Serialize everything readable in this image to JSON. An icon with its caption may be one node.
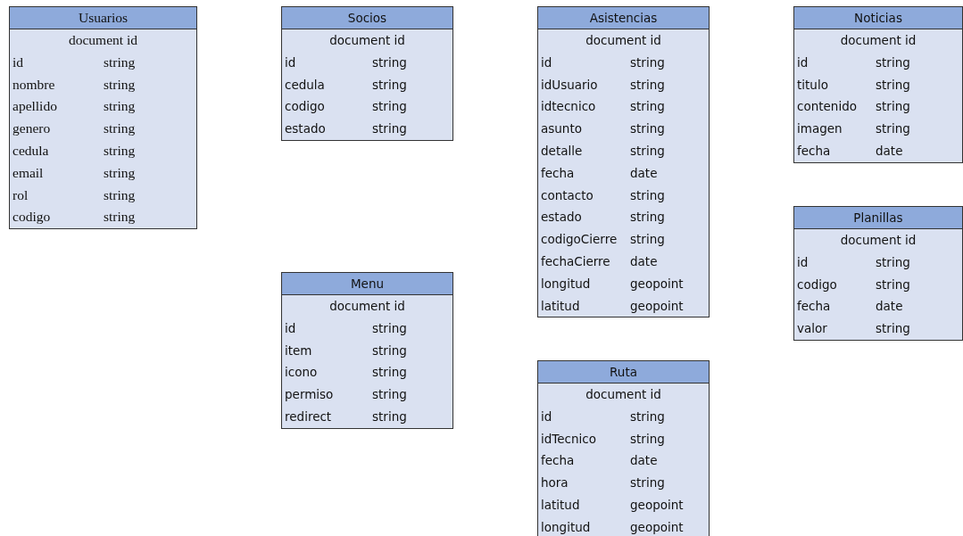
{
  "diagram": {
    "nodes": [
      {
        "text": [
          "Usuarios",
          "document id",
          "id",
          "string",
          "nombre",
          "string",
          "apellido",
          "string",
          "genero",
          "string",
          "cedula",
          "string",
          "email",
          "string",
          "rol",
          "string",
          "codigo",
          "string"
        ]
      },
      {
        "text": [
          "Socios",
          "document id",
          "id",
          "string",
          "cedula",
          "string",
          "codigo",
          "string",
          "estado",
          "string"
        ]
      },
      {
        "text": [
          "Asistencias",
          "document id",
          "id",
          "string",
          "idUsuario",
          "string",
          "idtecnico",
          "string",
          "asunto",
          "string",
          "detalle",
          "string",
          "fecha",
          "date",
          "contacto",
          "string",
          "estado",
          "string",
          "codigoCierre",
          "string",
          "fechaCierre",
          "date",
          "longitud",
          "geopoint",
          "latitud",
          "geopoint"
        ]
      },
      {
        "text": [
          "Noticias",
          "document id",
          "id",
          "string",
          "titulo",
          "string",
          "contenido",
          "string",
          "imagen",
          "string",
          "fecha",
          "date"
        ]
      },
      {
        "text": [
          "Planillas",
          "document id",
          "id",
          "string",
          "codigo",
          "string",
          "fecha",
          "date",
          "valor",
          "string"
        ]
      },
      {
        "text": [
          "Menu",
          "document id",
          "id",
          "string",
          "item",
          "string",
          "icono",
          "string",
          "permiso",
          "string",
          "redirect",
          "string"
        ]
      },
      {
        "text": [
          "Ruta",
          "document id",
          "id",
          "string",
          "idTecnico",
          "string",
          "fecha",
          "date",
          "hora",
          "string",
          "latitud",
          "geopoint",
          "longitud",
          "geopoint"
        ]
      }
    ]
  }
}
